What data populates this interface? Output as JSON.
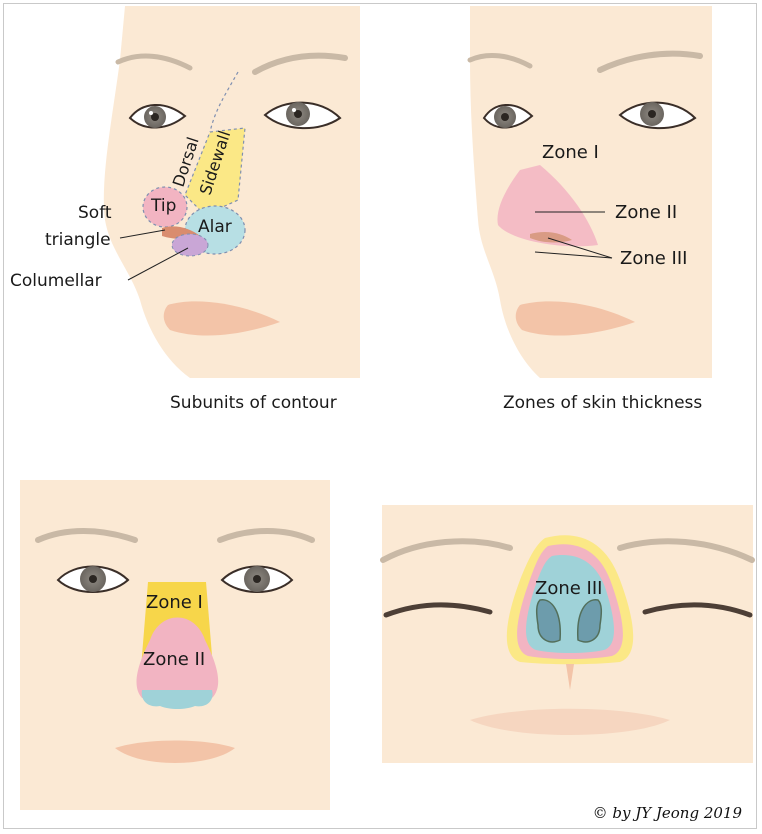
{
  "panels": {
    "subunits": {
      "labels": {
        "dorsal": "Dorsal",
        "sidewall": "Sidewall",
        "tip": "Tip",
        "alar": "Alar",
        "soft_line1": "Soft",
        "soft_line2": "triangle",
        "columellar": "Columellar"
      },
      "caption": "Subunits of contour"
    },
    "zones_side": {
      "labels": {
        "zone1": "Zone I",
        "zone2": "Zone II",
        "zone3": "Zone III"
      },
      "caption": "Zones of skin thickness"
    },
    "zones_front": {
      "labels": {
        "zone1": "Zone I",
        "zone2": "Zone II"
      }
    },
    "zones_base": {
      "labels": {
        "zone3": "Zone III"
      }
    }
  },
  "colors": {
    "skin": "#fbe9d4",
    "zone1_yellow": "#fbe886",
    "zone2_pink": "#f2b4c2",
    "zone3_blue": "#9fd2d8",
    "columellar_purple": "#c9a6d6",
    "lips": "#f3c4a8"
  },
  "copyright": "© by JY Jeong 2019"
}
